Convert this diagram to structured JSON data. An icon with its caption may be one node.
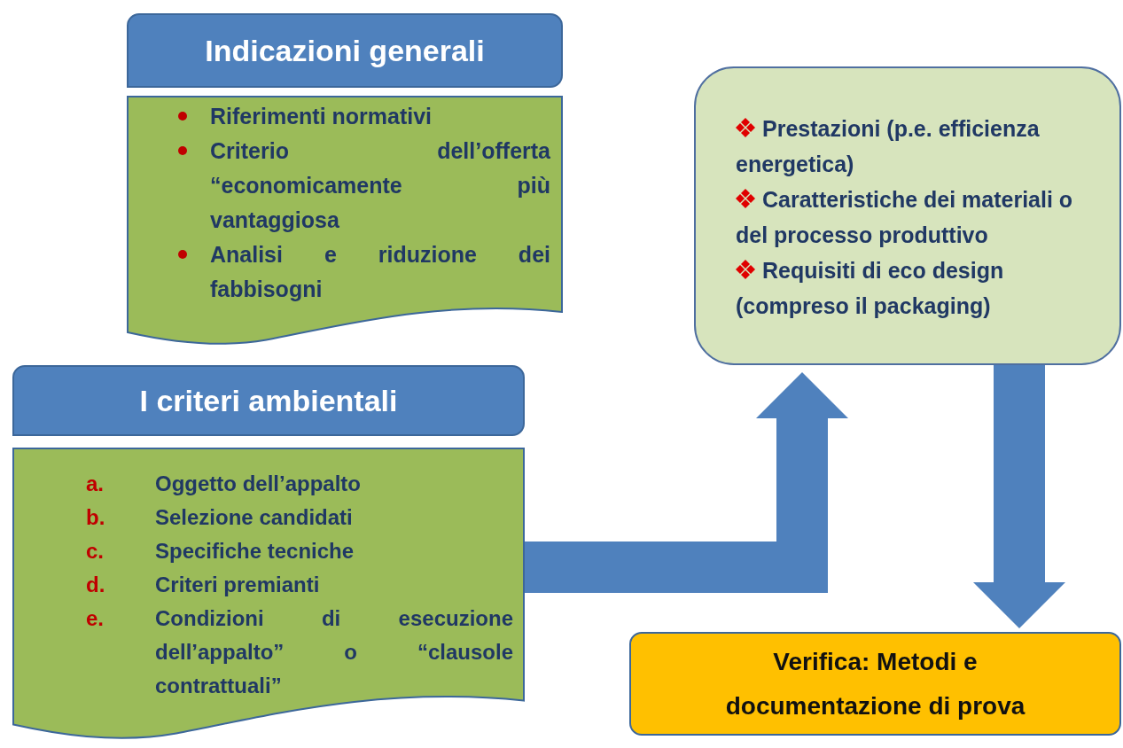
{
  "diagram": {
    "nodes": [
      {
        "text": [
          "Indicazioni generali"
        ]
      },
      {
        "text": [
          "Riferimenti normativi",
          "Criterio dell’offerta “economicamente più vantaggiosa",
          "Analisi e riduzione dei fabbisogni"
        ]
      },
      {
        "text": [
          "I criteri ambientali"
        ]
      },
      {
        "text": [
          "a.",
          "Oggetto dell’appalto",
          "b.",
          "Selezione candidati",
          "c.",
          "Specifiche tecniche",
          "d.",
          "Criteri premianti",
          "e.",
          "Condizioni di esecuzione dell’appalto” o “clausole contrattuali”"
        ]
      },
      {
        "text": [
          "Prestazioni (p.e. efficienza energetica)",
          "Caratteristiche dei materiali o del processo produttivo",
          "Requisiti di eco design (compreso il packaging)"
        ]
      },
      {
        "text": [
          "Verifica: Metodi e documentazione di prova"
        ]
      }
    ],
    "edges": [
      {
        "from": 3,
        "to": 4,
        "arrow": "to"
      },
      {
        "from": 4,
        "to": 5,
        "arrow": "to"
      }
    ]
  }
}
